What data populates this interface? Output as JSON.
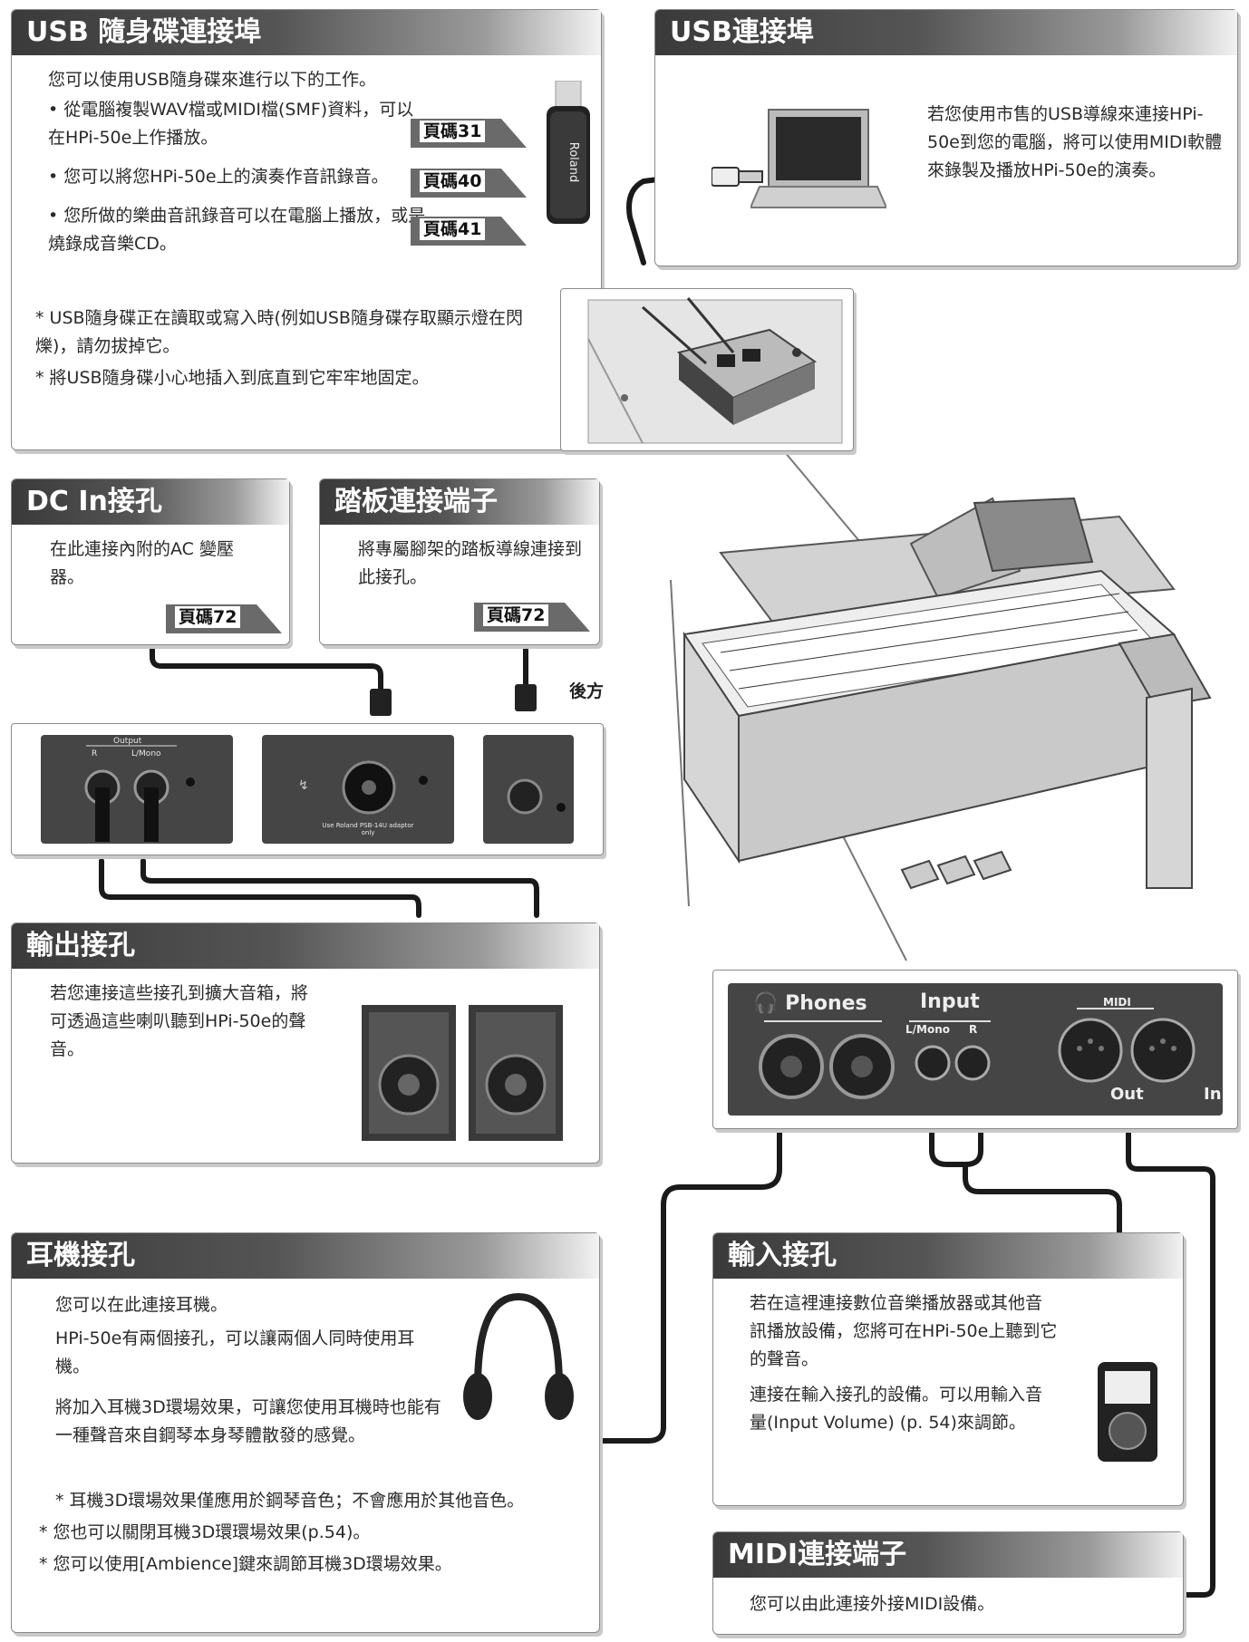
{
  "usb_memory": {
    "title": "USB 隨身碟連接埠",
    "intro": "您可以使用USB隨身碟來進行以下的工作。",
    "items": [
      "•  從電腦複製WAV檔或MIDI檔(SMF)資料，可以在HPi-50e上作播放。",
      "•  您可以將您HPi-50e上的演奏作音訊錄音。",
      "•  您所做的樂曲音訊錄音可以在電腦上播放，或是燒錄成音樂CD。"
    ],
    "page_refs": [
      "頁碼31",
      "頁碼40",
      "頁碼41"
    ],
    "notes": [
      "* USB隨身碟正在讀取或寫入時(例如USB隨身碟存取顯示燈在閃爍)，請勿拔掉它。",
      "* 將USB隨身碟小心地插入到底直到它牢牢地固定。"
    ],
    "stick_brand": "Roland"
  },
  "usb_computer": {
    "title": "USB連接埠",
    "body": "若您使用市售的USB導線來連接HPi-50e到您的電腦，將可以使用MIDI軟體來錄製及播放HPi-50e的演奏。"
  },
  "dc_in": {
    "title": "DC In接孔",
    "body": "在此連接內附的AC 變壓器。",
    "page_ref": "頁碼72"
  },
  "pedal": {
    "title": "踏板連接端子",
    "body": "將專屬腳架的踏板導線連接到此接孔。",
    "page_ref": "頁碼72"
  },
  "rear_label": "後方",
  "rear_panel": {
    "output_label": "Output",
    "r_label": "R",
    "lmono_label": "L/Mono",
    "adaptor_note": "Use Roland PSB-14U adaptor only"
  },
  "output": {
    "title": "輸出接孔",
    "body": "若您連接這些接孔到擴大音箱，將可透過這些喇叭聽到HPi-50e的聲音。"
  },
  "front_panel": {
    "phones_label": "Phones",
    "input_label": "Input",
    "input_lmono": "L/Mono",
    "input_r": "R",
    "midi_label": "MIDI",
    "midi_out": "Out",
    "midi_in": "In"
  },
  "phones": {
    "title": "耳機接孔",
    "paragraphs": [
      "您可以在此連接耳機。",
      "HPi-50e有兩個接孔，可以讓兩個人同時使用耳機。",
      "將加入耳機3D環場效果，可讓您使用耳機時也能有一種聲音來自鋼琴本身琴體散發的感覺。"
    ],
    "notes": [
      "* 耳機3D環場效果僅應用於鋼琴音色；不會應用於其他音色。",
      "* 您也可以關閉耳機3D環環場效果(p.54)。",
      "* 您可以使用[Ambience]鍵來調節耳機3D環場效果。"
    ]
  },
  "input": {
    "title": "輸入接孔",
    "paragraphs": [
      "若在這裡連接數位音樂播放器或其他音訊播放設備，您將可在HPi-50e上聽到它的聲音。",
      "連接在輸入接孔的設備。可以用輸入音量(Input Volume) (p. 54)來調節。"
    ]
  },
  "midi": {
    "title": "MIDI連接端子",
    "body": "您可以由此連接外接MIDI設備。"
  }
}
